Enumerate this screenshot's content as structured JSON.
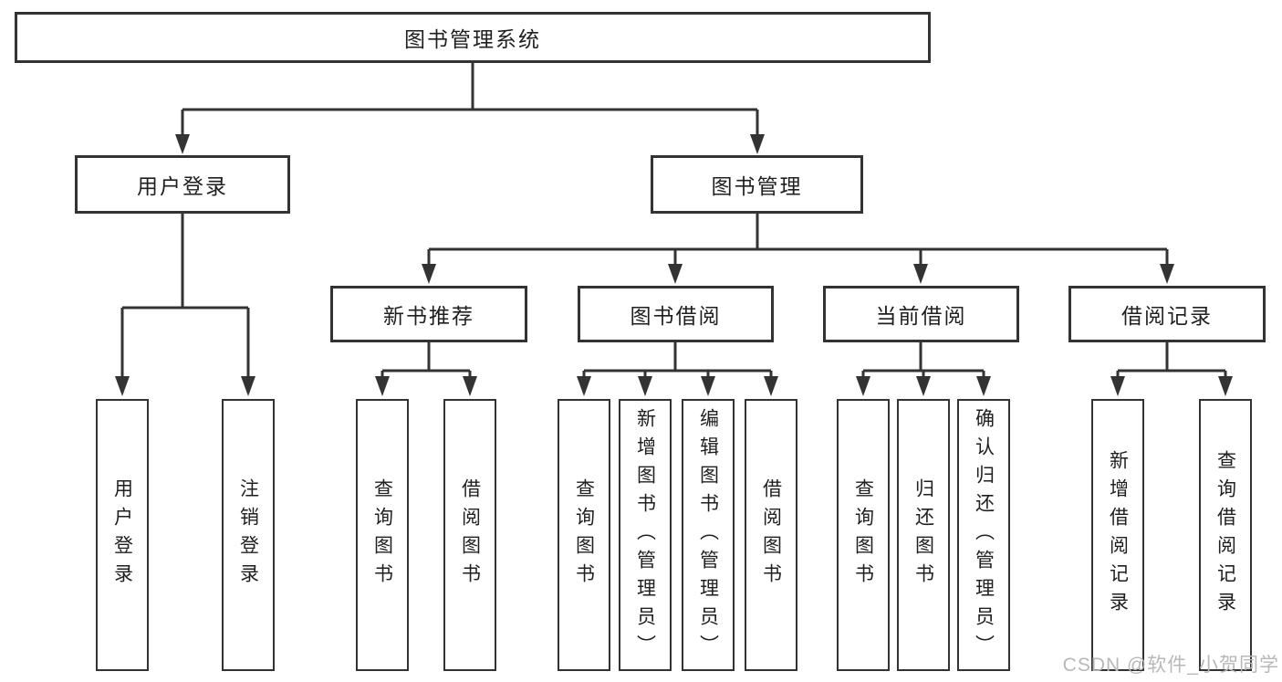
{
  "diagram": {
    "title": "图书管理系统",
    "level2": {
      "user_login": "用户登录",
      "book_mgmt": "图书管理"
    },
    "level3": {
      "new_books": "新书推荐",
      "book_borrow": "图书借阅",
      "current_borrow": "当前借阅",
      "borrow_records": "借阅记录"
    },
    "leaves": {
      "login": [
        "用户登录",
        "注销登录"
      ],
      "new_books": [
        "查询图书",
        "借阅图书"
      ],
      "book_borrow": [
        "查询图书",
        "新增图书（管理员）",
        "编辑图书（管理员）",
        "借阅图书"
      ],
      "current_borrow": [
        "查询图书",
        "归还图书",
        "确认归还（管理员）"
      ],
      "borrow_records": [
        "新增借阅记录",
        "查询借阅记录"
      ]
    },
    "colors": {
      "line": "#333333",
      "box_border": "#333333",
      "text": "#1f1f1f",
      "watermark": "#b8b8b8",
      "background": "#ffffff"
    }
  },
  "watermark": "CSDN @软件_小贺同学"
}
